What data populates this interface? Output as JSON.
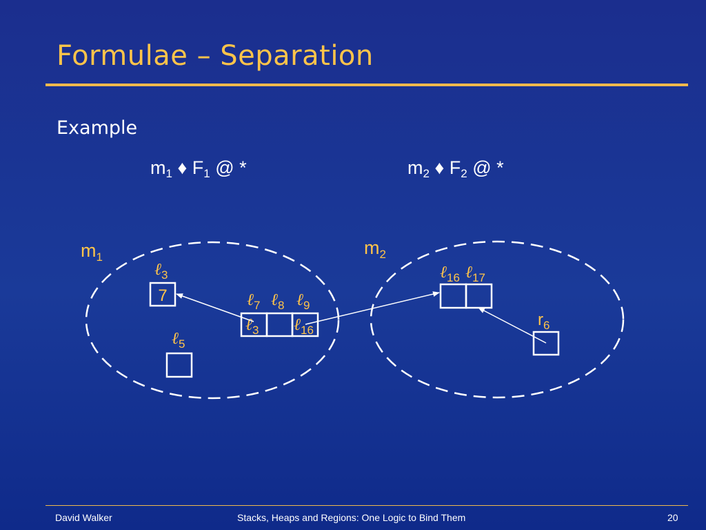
{
  "slide": {
    "title": "Formulae – Separation",
    "example_label": "Example"
  },
  "formulas": [
    {
      "m": "m",
      "m_sub": "1",
      "op": "♦",
      "f": "F",
      "f_sub": "1",
      "rest": "@ *"
    },
    {
      "m": "m",
      "m_sub": "2",
      "op": "♦",
      "f": "F",
      "f_sub": "2",
      "rest": "@ *"
    }
  ],
  "diagram": {
    "regions": [
      {
        "label": "m",
        "sub": "1"
      },
      {
        "label": "m",
        "sub": "2"
      }
    ],
    "locations": {
      "l3": {
        "label": "ℓ",
        "sub": "3",
        "value": "7"
      },
      "l5": {
        "label": "ℓ",
        "sub": "5"
      },
      "l7": {
        "label": "ℓ",
        "sub": "7",
        "value": "ℓ",
        "value_sub": "3"
      },
      "l8": {
        "label": "ℓ",
        "sub": "8"
      },
      "l9": {
        "label": "ℓ",
        "sub": "9",
        "value": "ℓ",
        "value_sub": "16"
      },
      "l16": {
        "label": "ℓ",
        "sub": "16"
      },
      "l17": {
        "label": "ℓ",
        "sub": "17"
      },
      "r6": {
        "label": "r",
        "sub": "6"
      }
    },
    "colors": {
      "label": "#ffc44a",
      "line": "#ffffff",
      "box_value": "#ffc44a"
    }
  },
  "footer": {
    "author": "David Walker",
    "title": "Stacks, Heaps and Regions:  One Logic to Bind Them",
    "page": "20"
  }
}
